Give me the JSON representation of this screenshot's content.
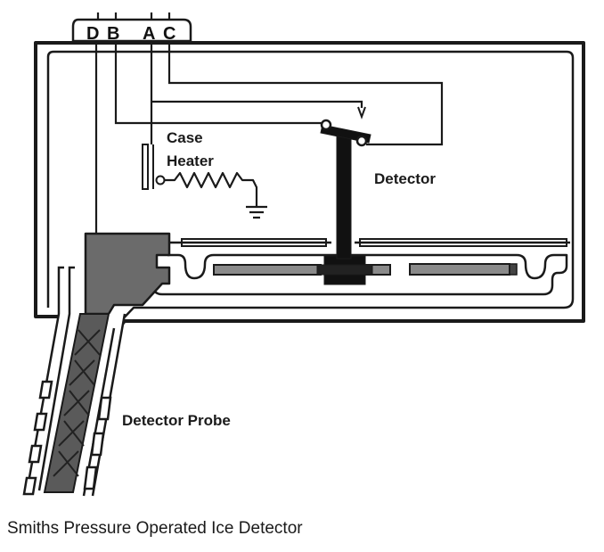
{
  "terminals": {
    "d": "D",
    "b": "B",
    "a": "A",
    "c": "C"
  },
  "labels": {
    "case_line1": "Case",
    "case_line2": "Heater",
    "detector": "Detector",
    "probe": "Detector Probe"
  },
  "caption": "Smiths Pressure Operated Ice Detector",
  "colors": {
    "ink": "#1a1a1a",
    "pipe_fill": "#7a7a7a",
    "block_fill": "#6b6b6b",
    "background": "#ffffff"
  }
}
